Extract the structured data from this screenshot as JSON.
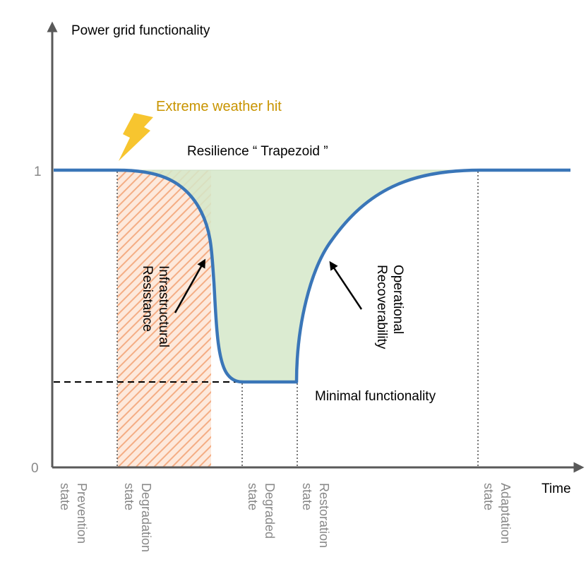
{
  "axes": {
    "y_label": "Power grid functionality",
    "x_label": "Time",
    "y_tick_top": "1",
    "y_tick_bottom": "0"
  },
  "annotations": {
    "event": "Extreme weather hit",
    "area_label": "Resilience “ Trapezoid ”",
    "minimal": "Minimal functionality",
    "resistance_line1": "Infrastructural",
    "resistance_line2": "Resistance",
    "recoverability_line1": "Operational",
    "recoverability_line2": "Recoverability"
  },
  "states": [
    {
      "line1": "Prevention",
      "line2": "state"
    },
    {
      "line1": "Degradation",
      "line2": "state"
    },
    {
      "line1": "Degraded",
      "line2": "state"
    },
    {
      "line1": "Restoration",
      "line2": "state"
    },
    {
      "line1": "Adaptation",
      "line2": "state"
    }
  ],
  "colors": {
    "curve": "#3a76b8",
    "trapezoid_fill": "#d5e8c9",
    "hatch": "#f4ad84",
    "lightning": "#f7c52f",
    "weather_text": "#c89400",
    "axis": "#595959",
    "state_text": "#888888"
  },
  "icons": [
    "lightning-icon"
  ]
}
